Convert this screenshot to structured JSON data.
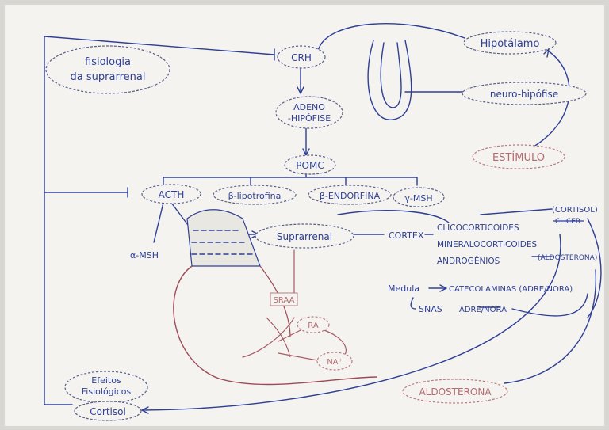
{
  "title": [
    "fisiologia",
    "da suprarrenal"
  ],
  "nodes": {
    "crh": "CRH",
    "hipotalamo": "Hipotálamo",
    "neuro_hipofise": "neuro-hipófise",
    "estimulo": "ESTÍMULO",
    "adeno": [
      "ADENO",
      "-HIPÓFISE"
    ],
    "pomc": "POMC",
    "acth": "ACTH",
    "b_lipotrofina": "β-lipotrofina",
    "b_endorfina": "β-ENDORFINA",
    "y_msh": "γ-MSH",
    "a_msh": "α-MSH",
    "suprarrenal": "Suprarrenal",
    "cortex": "CORTEX",
    "medula": "Medula",
    "catecolaminas": "CATECOLAMINAS (ADRE/NORA)",
    "snas": "SNAS",
    "adre_nora": "ADRE/NORA",
    "srra": "SRAA",
    "ra": "RA",
    "na": "NA⁺",
    "aldosterona": "ALDOSTERONA",
    "efeitos": [
      "Efeitos",
      "Fisiológicos"
    ],
    "cortisol_bottom": "Cortisol"
  },
  "cortex_items": [
    "CLICOCORTICOIDES",
    "MINERALOCORTICOIDES",
    "ANDROGÊNIOS"
  ],
  "side_notes": {
    "cortisol": "(CORTISOL)",
    "cortisol_struck": "CLICER",
    "aldosterona_note": "(ALDOSTERONA)"
  },
  "colors": {
    "ink": "#2e3f95",
    "red_ink": "#b46b70",
    "paper": "#f4f3ef"
  }
}
